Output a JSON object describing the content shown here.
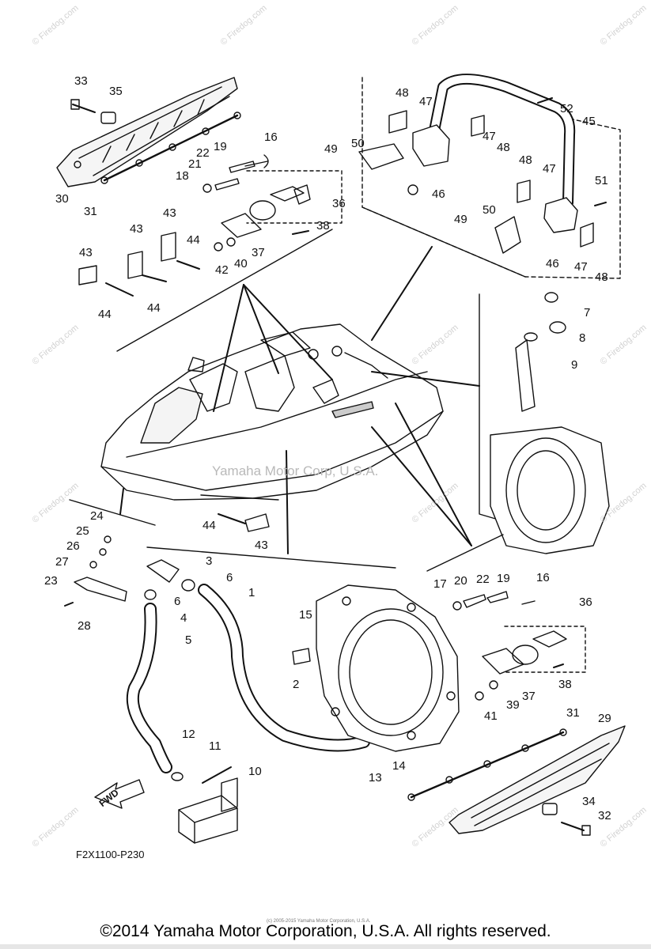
{
  "figure_code": "F2X1100-P230",
  "fwd_label": "FWD",
  "watermark_center": "Yamaha Motor Corp, U.S.A.",
  "watermark_tile": "© Firedog.com",
  "tiny_text": "(c) 2005-2015 Yamaha Motor Corporation, U.S.A.",
  "copyright": "©2014 Yamaha Motor Corporation, U.S.A. All rights reserved.",
  "callouts": [
    "33",
    "35",
    "30",
    "31",
    "21",
    "22",
    "19",
    "16",
    "18",
    "36",
    "38",
    "37",
    "40",
    "42",
    "43",
    "43",
    "43",
    "44",
    "44",
    "44",
    "48",
    "47",
    "52",
    "45",
    "49",
    "50",
    "47",
    "48",
    "46",
    "48",
    "47",
    "51",
    "49",
    "50",
    "46",
    "47",
    "48",
    "7",
    "8",
    "9",
    "24",
    "25",
    "26",
    "27",
    "23",
    "28",
    "3",
    "6",
    "6",
    "1",
    "4",
    "5",
    "15",
    "2",
    "12",
    "11",
    "10",
    "13",
    "14",
    "17",
    "20",
    "22",
    "19",
    "16",
    "36",
    "38",
    "37",
    "39",
    "41",
    "31",
    "29",
    "34",
    "32",
    "44",
    "43"
  ]
}
